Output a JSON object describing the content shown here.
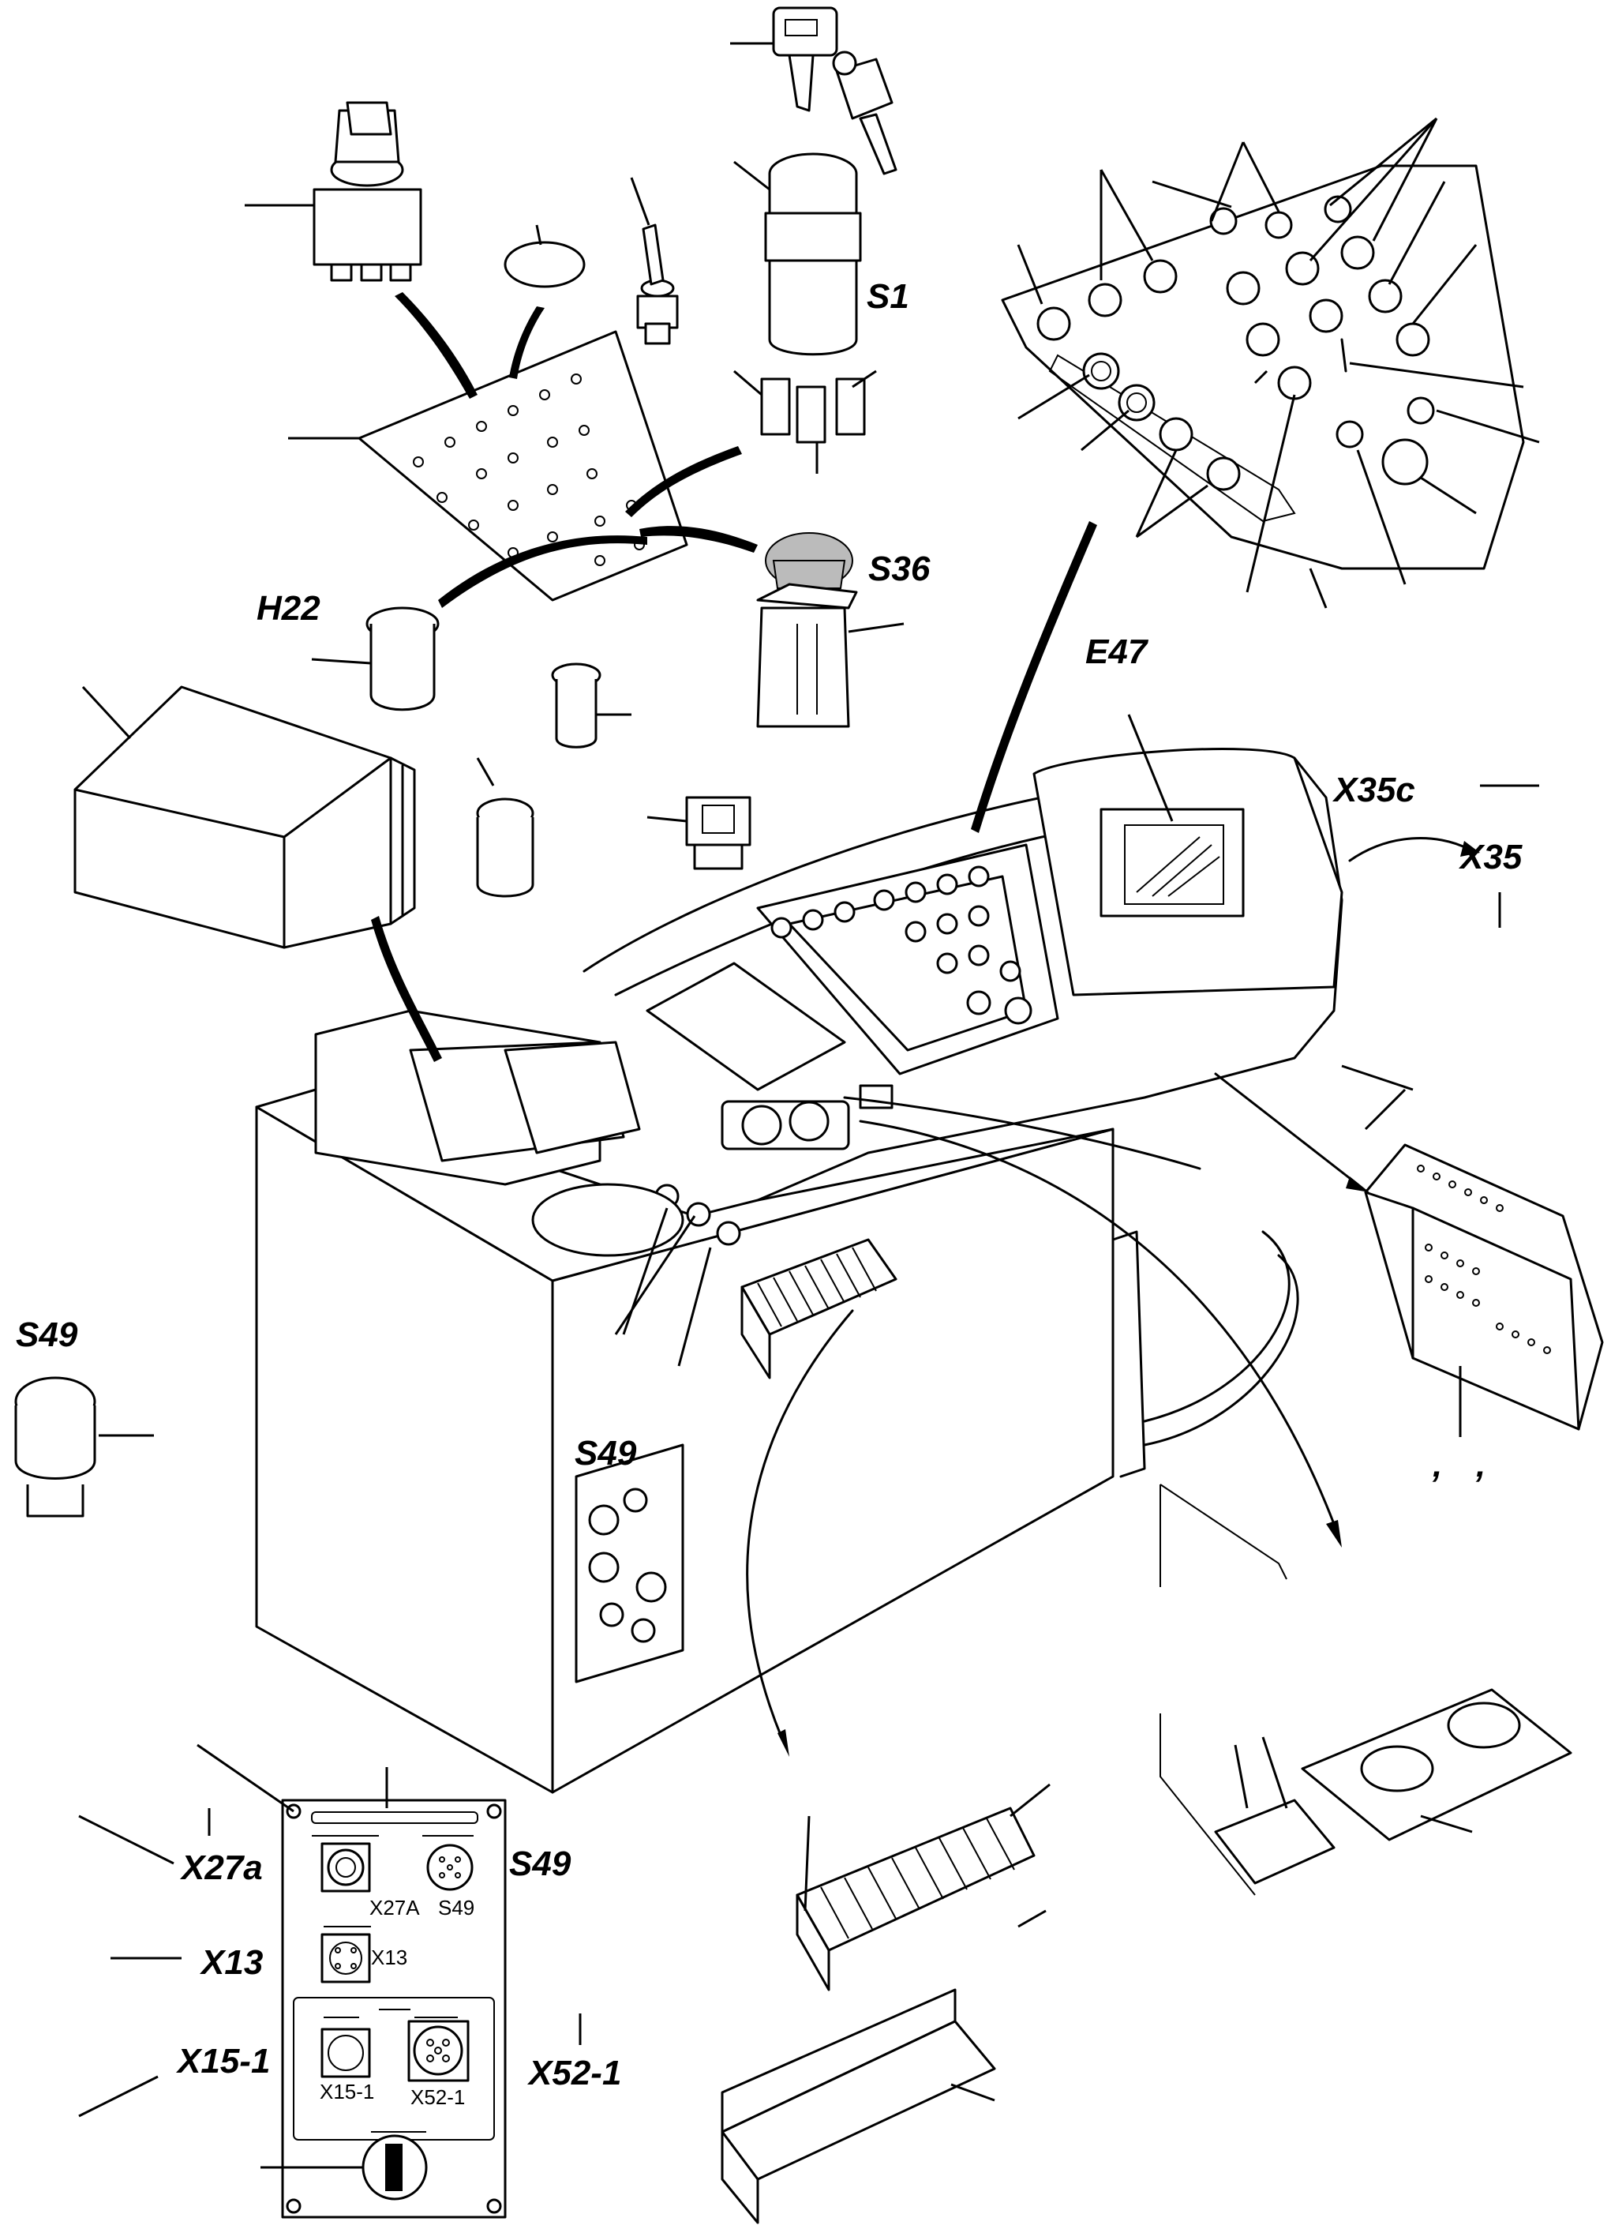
{
  "labels": {
    "s1": "S1",
    "s36": "S36",
    "h22": "H22",
    "e47": "E47",
    "x35c": "X35c",
    "x35": "X35",
    "s49_left": "S49",
    "s49_panel": "S49",
    "s49_plate": "S49",
    "x27a": "X27a",
    "x13": "X13",
    "x15_1": "X15-1",
    "x52_1": "X52-1"
  },
  "plate_labels": {
    "x27a": "X27A",
    "s49": "S49",
    "x13": "X13",
    "x15_1": "X15-1",
    "x52_1": "X52-1"
  },
  "terminal_commas": [
    ",",
    ","
  ],
  "icons": [
    "key-icon",
    "key-switch-icon",
    "rotary-selector-icon",
    "toggle-switch-icon",
    "round-button-icon",
    "emergency-stop-icon",
    "warning-lamp-icon",
    "display-screen-icon",
    "terminal-block-icon",
    "connector-icon",
    "socket-icon"
  ]
}
